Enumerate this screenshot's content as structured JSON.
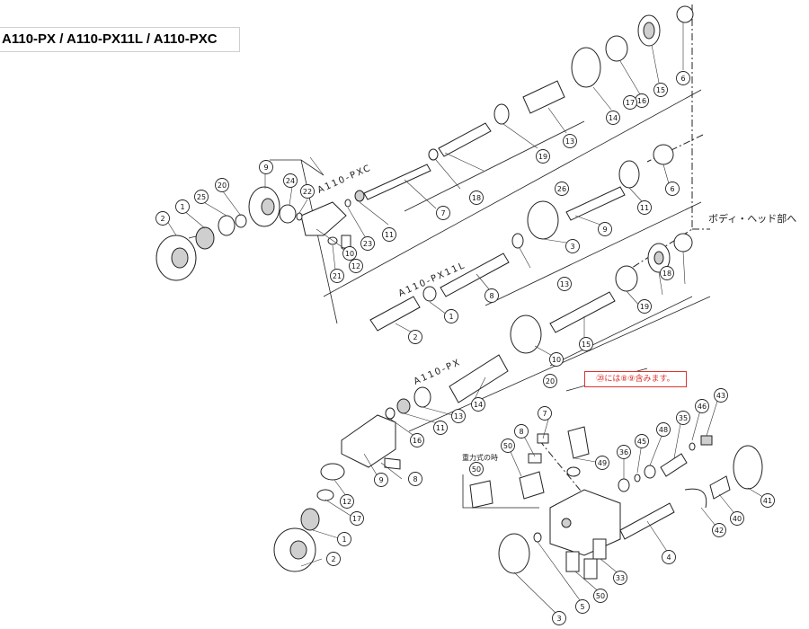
{
  "title": "A110-PX / A110-PX11L / A110-PXC",
  "note": "⑳には⑧⑨含みます。",
  "body_head_label": "ボディ・ヘッド部へ",
  "gravity_label": "重力式の時",
  "model_labels": [
    "A110-PXC",
    "A110-PX11L",
    "A110-PX"
  ],
  "callout_numbers": [
    "6",
    "16",
    "15",
    "14",
    "17",
    "13",
    "19",
    "18",
    "7",
    "11",
    "26",
    "9",
    "24",
    "22",
    "20",
    "25",
    "1",
    "2",
    "23",
    "10",
    "12",
    "21",
    "3",
    "9",
    "6",
    "11",
    "8",
    "13",
    "18",
    "19",
    "15",
    "10",
    "1",
    "2",
    "20",
    "14",
    "13",
    "11",
    "16",
    "12",
    "9",
    "8",
    "17",
    "1",
    "2",
    "7",
    "8",
    "49",
    "50",
    "50",
    "36",
    "45",
    "48",
    "35",
    "46",
    "43",
    "41",
    "40",
    "42",
    "4",
    "33",
    "50",
    "5",
    "3"
  ]
}
